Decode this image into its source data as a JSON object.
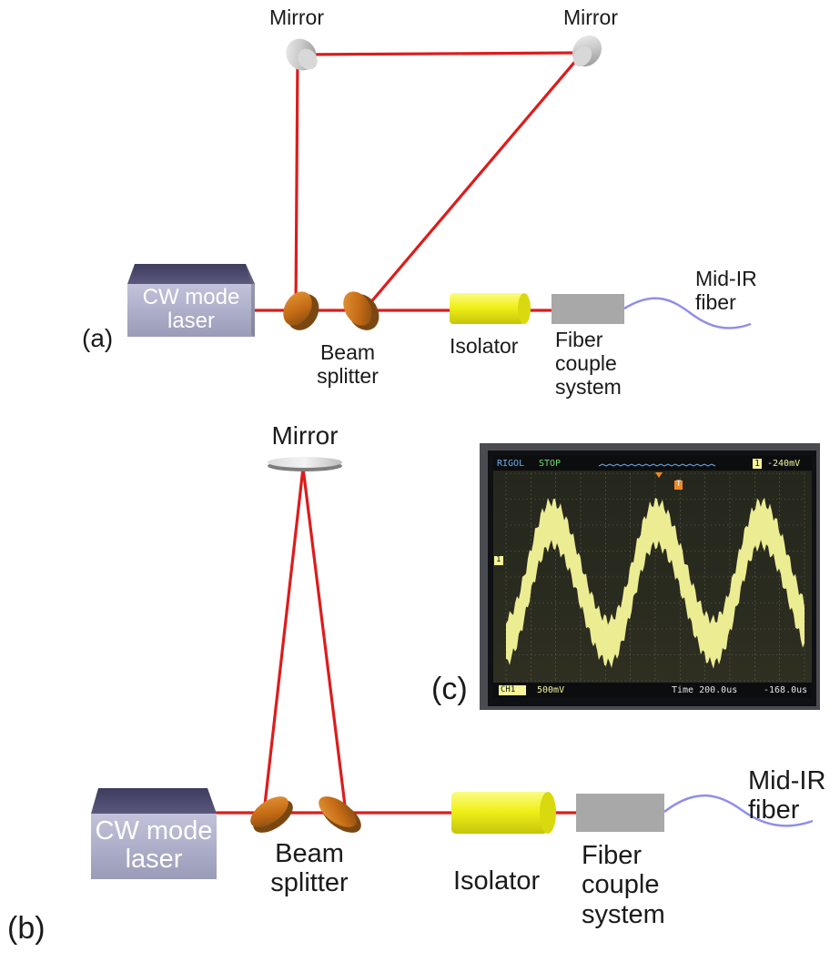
{
  "panel_a": {
    "label": "(a)",
    "mirror_left": "Mirror",
    "mirror_right": "Mirror",
    "laser_line1": "CW mode",
    "laser_line2": "laser",
    "beam_splitter_line1": "Beam",
    "beam_splitter_line2": "splitter",
    "isolator": "Isolator",
    "fiber_couple_line1": "Fiber",
    "fiber_couple_line2": "couple",
    "fiber_couple_line3": "system",
    "mid_ir_line1": "Mid-IR",
    "mid_ir_line2": "fiber"
  },
  "panel_b": {
    "label": "(b)",
    "mirror": "Mirror",
    "laser_line1": "CW mode",
    "laser_line2": "laser",
    "beam_splitter_line1": "Beam",
    "beam_splitter_line2": "splitter",
    "isolator": "Isolator",
    "fiber_couple_line1": "Fiber",
    "fiber_couple_line2": "couple",
    "fiber_couple_line3": "system",
    "mid_ir_line1": "Mid-IR",
    "mid_ir_line2": "fiber"
  },
  "panel_c": {
    "label": "(c)",
    "scope": {
      "brand": "RIGOL",
      "status": "STOP",
      "trigger_readout": "-240mV",
      "channel": "CH1",
      "volts_per_div": "500mV",
      "time_base": "Time 200.0us",
      "trigger_offset": "-168.0us",
      "trigger_marker": "T",
      "channel_marker": "1"
    }
  },
  "colors": {
    "beam": "#dd1c1c",
    "laser_body": "#a8a9c6",
    "laser_top": "#4e4c6e",
    "isolator": "#f2f21a",
    "coupler": "#a8a8a8",
    "fiber": "#8f8fe8",
    "splitter": "#c9701c",
    "scope_trace": "#f7f79a"
  },
  "icons": {
    "mirror": "mirror-icon",
    "splitter": "beam-splitter-icon",
    "laser": "laser-box-icon",
    "isolator": "isolator-cylinder-icon",
    "coupler": "fiber-coupler-icon"
  }
}
